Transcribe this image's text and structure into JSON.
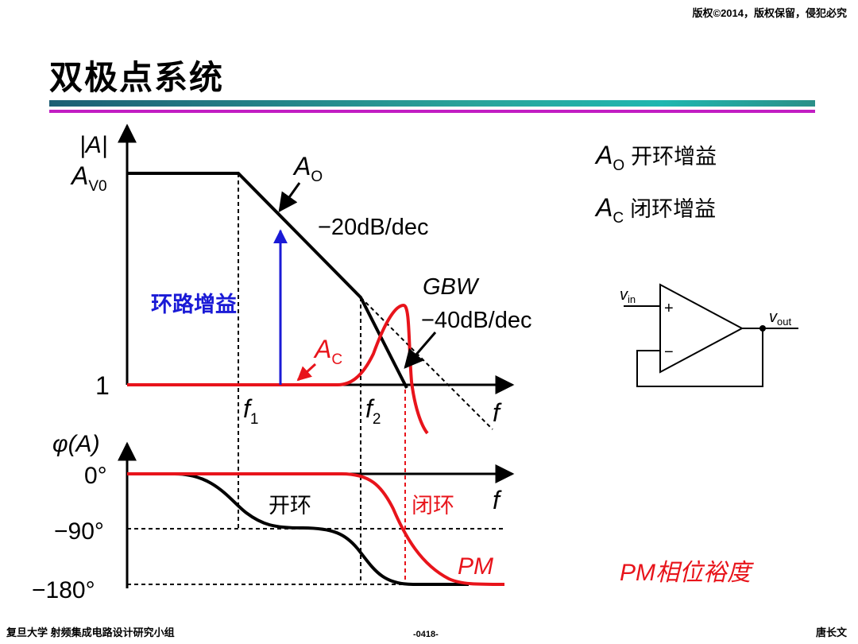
{
  "header": {
    "copyright": "版权©2014，版权保留，侵犯必究"
  },
  "slide": {
    "title": "双极点系统"
  },
  "diagram": {
    "mag_axis_label": "|A|",
    "av0_label_main": "A",
    "av0_label_sub": "V0",
    "unity_label": "1",
    "ao_label_main": "A",
    "ao_label_sub": "O",
    "slope1": "−20dB/dec",
    "gbw": "GBW",
    "slope2": "−40dB/dec",
    "loop_gain": "环路增益",
    "ac_label_main": "A",
    "ac_label_sub": "C",
    "f1_main": "f",
    "f1_sub": "1",
    "f2_main": "f",
    "f2_sub": "2",
    "freq_axis_label": "f",
    "phase_axis_label": "φ(A)",
    "phase_0": "0°",
    "phase_90": "−90°",
    "phase_180": "−180°",
    "open_loop": "开环",
    "closed_loop": "闭环",
    "pm": "PM"
  },
  "legend": {
    "ao_main": "A",
    "ao_sub": "O",
    "ao_text": "开环增益",
    "ac_main": "A",
    "ac_sub": "C",
    "ac_text": "闭环增益",
    "pm_text": "PM相位裕度"
  },
  "opamp": {
    "vin_main": "v",
    "vin_sub": "in",
    "vout_main": "v",
    "vout_sub": "out",
    "plus": "+",
    "minus": "−"
  },
  "footer": {
    "left": "复旦大学   射频集成电路设计研究小组",
    "page": "-0418-",
    "author": "唐长文"
  },
  "colors": {
    "closed_loop": "#e8141b",
    "loop_gain": "#1a1ad6",
    "band_accent": "#c21ec3"
  }
}
